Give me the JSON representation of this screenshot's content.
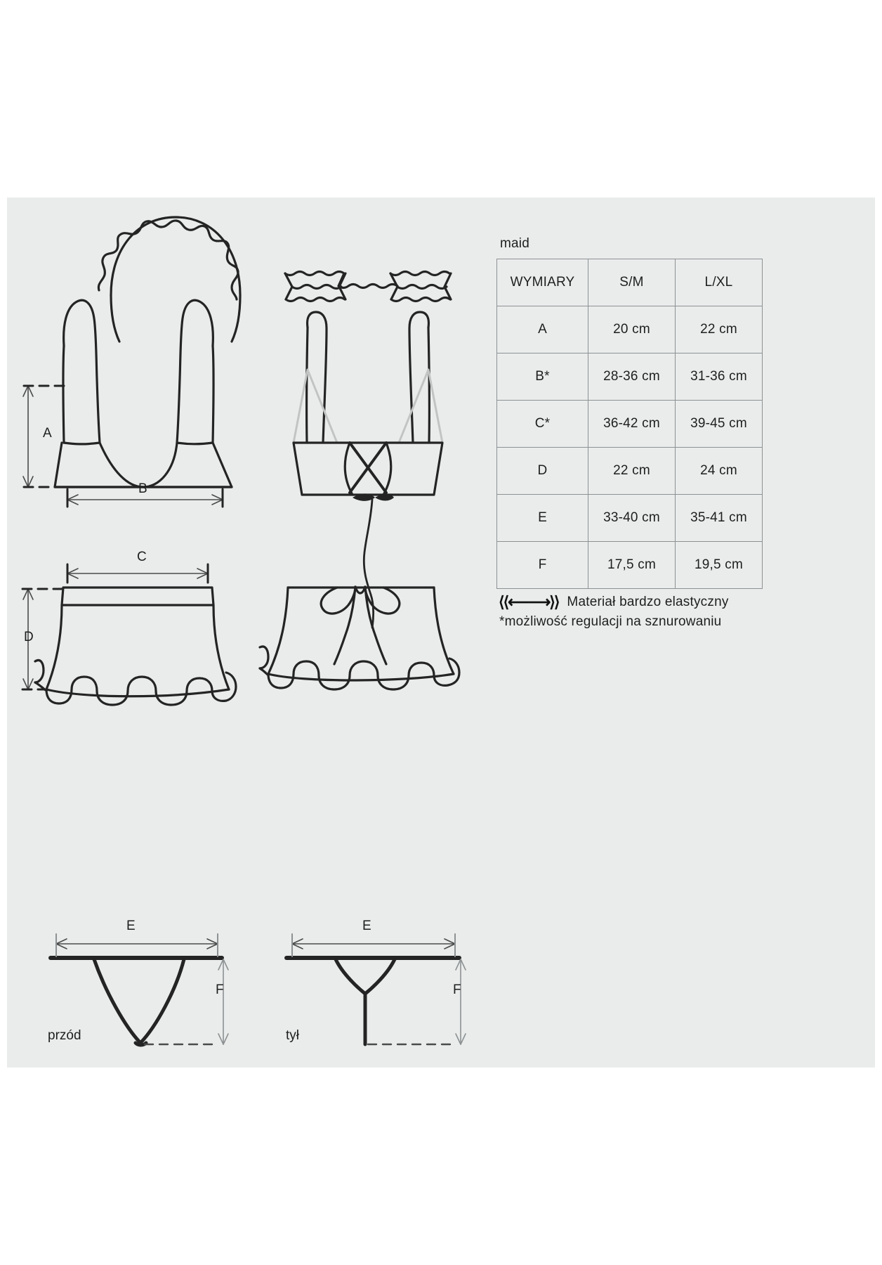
{
  "page": {
    "background": "#ffffff",
    "sheet_background": "#eaecec",
    "ink": "#1e1e1e"
  },
  "chart_caption": "maid",
  "chart_data": {
    "type": "table",
    "title": "maid",
    "columns": [
      "WYMIARY",
      "S/M",
      "L/XL"
    ],
    "rows": [
      {
        "label": "A",
        "sm": "20 cm",
        "lxl": "22 cm"
      },
      {
        "label": "B*",
        "sm": "28-36 cm",
        "lxl": "31-36 cm"
      },
      {
        "label": "C*",
        "sm": "36-42 cm",
        "lxl": "39-45 cm"
      },
      {
        "label": "D",
        "sm": "22 cm",
        "lxl": "24 cm"
      },
      {
        "label": "E",
        "sm": "33-40 cm",
        "lxl": "35-41 cm"
      },
      {
        "label": "F",
        "sm": "17,5 cm",
        "lxl": "19,5 cm"
      }
    ]
  },
  "footnotes": {
    "elastic_icon": "⟨⟨⟵⟶⟩⟩",
    "elastic_text": "Materiał bardzo elastyczny",
    "adjustable_text": "*możliwość regulacji na sznurowaniu"
  },
  "diagram": {
    "measure_labels": {
      "a": "A",
      "b": "B",
      "c": "C",
      "d": "D",
      "e_front": "E",
      "e_back": "E",
      "f_front": "F",
      "f_back": "F"
    },
    "piece_labels": {
      "front": "przód",
      "back": "tył"
    },
    "items": [
      "headband",
      "bra-front",
      "bra-back",
      "skirt-front",
      "skirt-back",
      "thong-front",
      "thong-back"
    ]
  }
}
